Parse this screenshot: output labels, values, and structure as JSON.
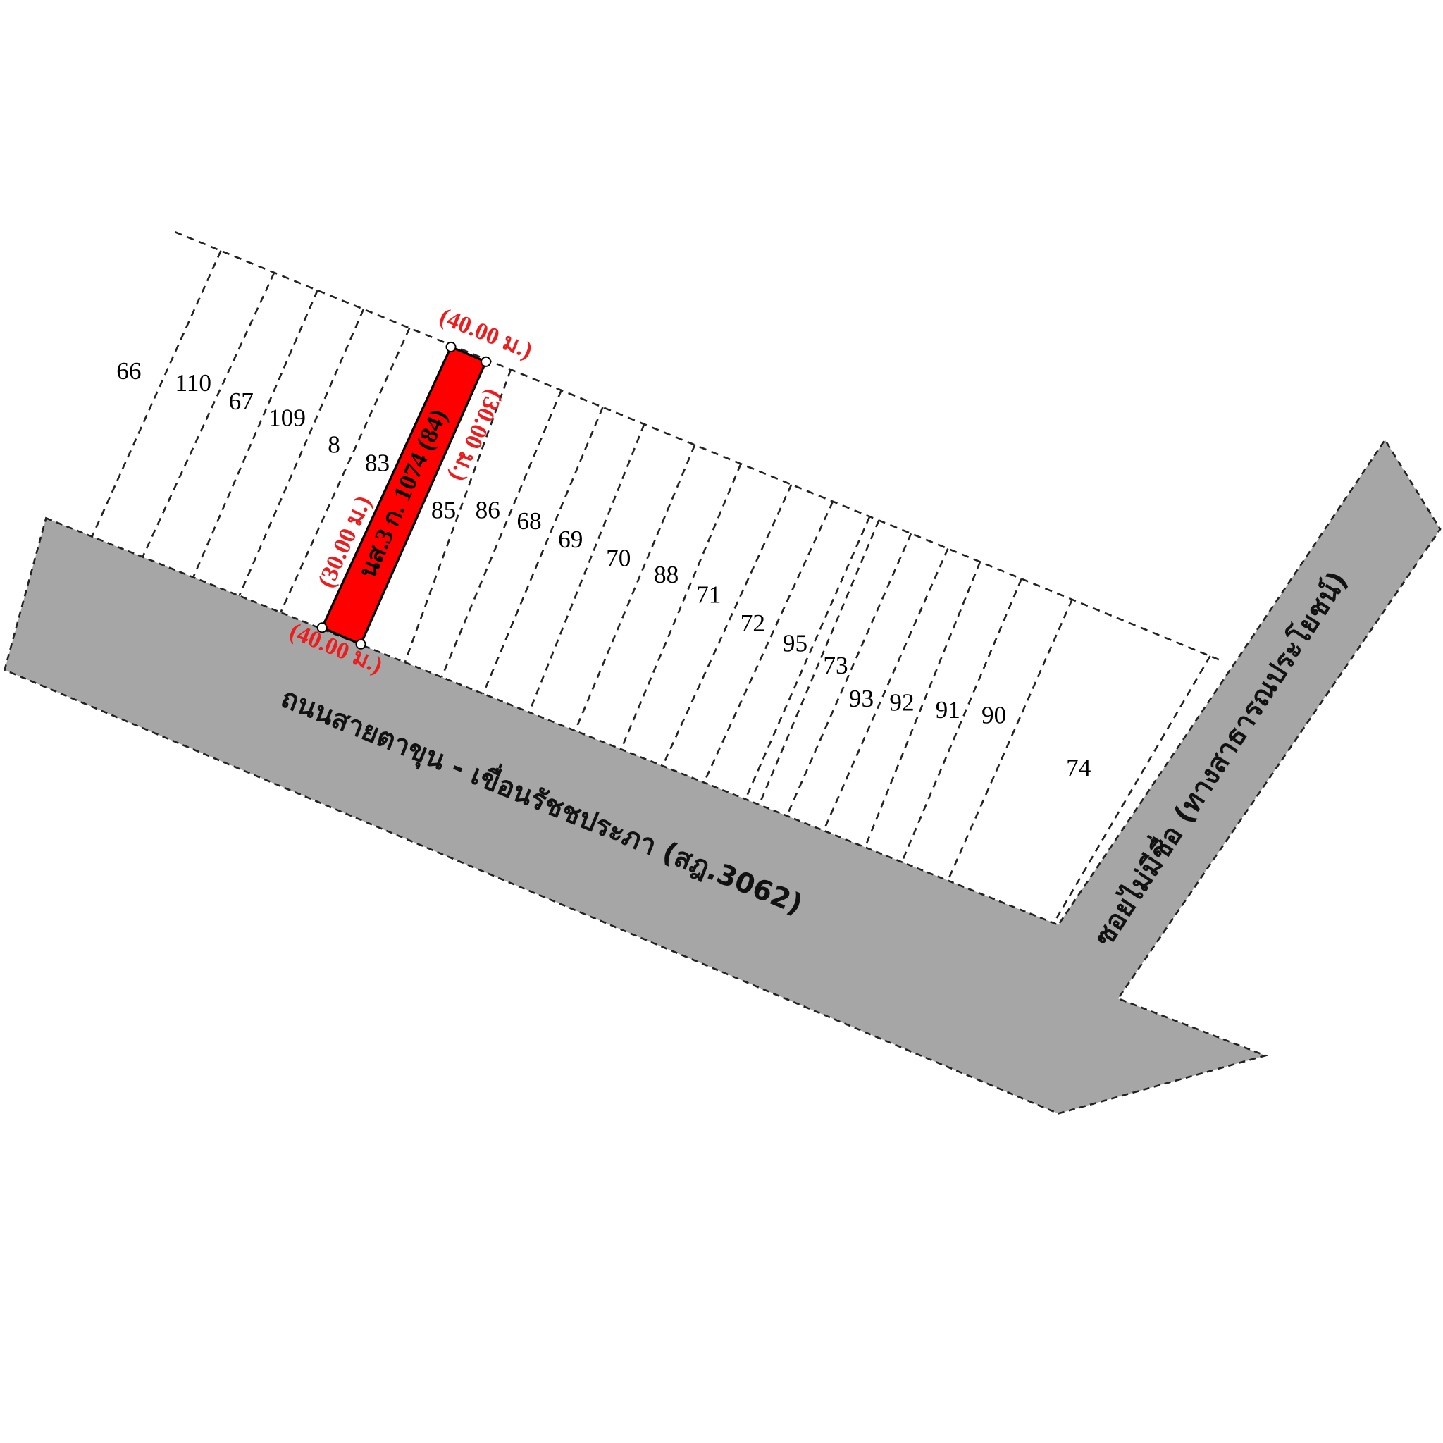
{
  "map": {
    "main_road_label": "ถนนสายตาขุน - เขื่อนรัชชประภา (สฎ.3062)",
    "side_road_label": "ซอยไม่มีชื่อ (ทางสาธารณประโยชน์)",
    "subject_parcel": {
      "label": "นส.3 ก. 1074 (84)",
      "top_dimension": "(40.00 ม.)",
      "bottom_dimension": "(40.00 ม.)",
      "left_dimension": "(30.00 ม.)",
      "right_dimension": "(30.00 ม.)"
    },
    "parcel_numbers": [
      "66",
      "110",
      "67",
      "109",
      "8",
      "83",
      "85",
      "86",
      "68",
      "69",
      "70",
      "88",
      "71",
      "72",
      "95",
      "73",
      "93",
      "92",
      "91",
      "90",
      "74"
    ]
  },
  "colors": {
    "road": "#a6a6a6",
    "subject_parcel": "#ff0000",
    "dimension_text": "#ee1c1c"
  }
}
